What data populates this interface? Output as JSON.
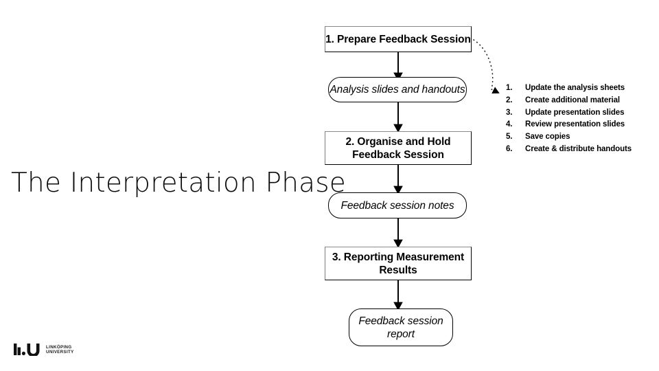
{
  "slide": {
    "title": "The Interpretation Phase",
    "background_color": "#ffffff",
    "text_color": "#0d0d0d"
  },
  "diagram": {
    "type": "flowchart",
    "orientation": "top-to-bottom",
    "nodes": [
      {
        "id": "step1",
        "kind": "process",
        "label": "1. Prepare Feedback Session"
      },
      {
        "id": "artefact1",
        "kind": "artefact",
        "label": "Analysis slides and handouts"
      },
      {
        "id": "step2",
        "kind": "process",
        "label": "2. Organise and Hold\nFeedback Session"
      },
      {
        "id": "artefact2",
        "kind": "artefact",
        "label": "Feedback session notes"
      },
      {
        "id": "step3",
        "kind": "process",
        "label": "3. Reporting Measurement\nResults"
      },
      {
        "id": "artefact3",
        "kind": "artefact",
        "label": "Feedback session\nreport"
      }
    ],
    "edges": [
      {
        "from": "step1",
        "to": "artefact1",
        "style": "solid-arrow"
      },
      {
        "from": "artefact1",
        "to": "step2",
        "style": "solid-arrow"
      },
      {
        "from": "step2",
        "to": "artefact2",
        "style": "solid-arrow"
      },
      {
        "from": "artefact2",
        "to": "step3",
        "style": "solid-arrow"
      },
      {
        "from": "step3",
        "to": "artefact3",
        "style": "solid-arrow"
      },
      {
        "from": "step1",
        "to": "task-list",
        "style": "dotted-curved-arrow"
      }
    ],
    "line_color": "#000000"
  },
  "task_list": {
    "items": [
      {
        "number": "1.",
        "label": "Update the analysis sheets"
      },
      {
        "number": "2.",
        "label": "Create additional material"
      },
      {
        "number": "3.",
        "label": "Update presentation slides"
      },
      {
        "number": "4.",
        "label": "Review presentation slides"
      },
      {
        "number": "5.",
        "label": "Save copies"
      },
      {
        "number": "6.",
        "label": "Create & distribute handouts"
      }
    ]
  },
  "logo": {
    "mark": "liu-logo-mark",
    "line1": "Linköping",
    "line2": "University"
  }
}
